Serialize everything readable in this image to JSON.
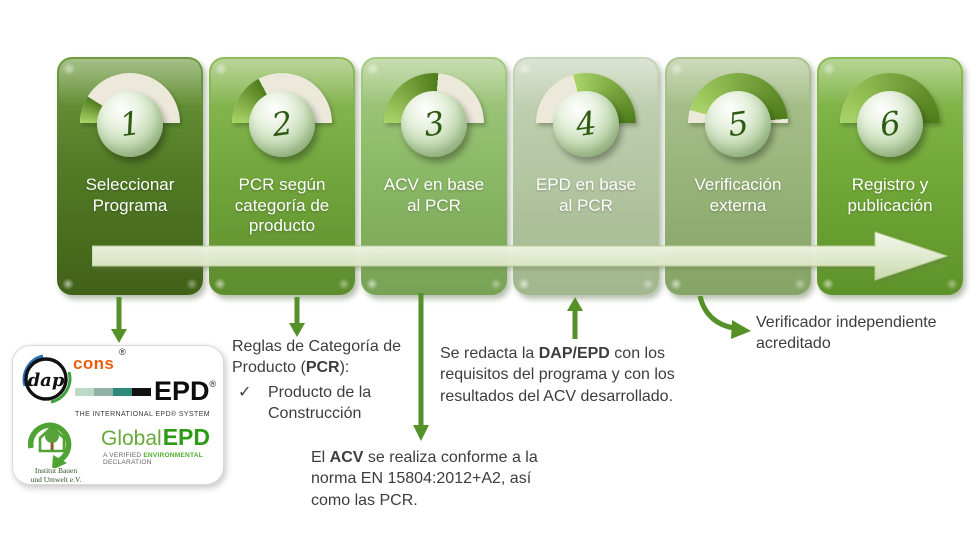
{
  "colors": {
    "step1": "#527c26",
    "step2": "#74a83e",
    "step3": "#8cba68",
    "step4": "#b5c7a4",
    "step5": "#9ab67c",
    "step6": "#74aa3a",
    "gauge_face": "#ece8da",
    "leaf_light": "#a9d468",
    "leaf_dark": "#4e7c1a",
    "number_ink": "#2e5a12",
    "flow_arrow_fill": "#e9f0da",
    "annotation_arrow": "#569128",
    "body_text": "#3d3d3d",
    "dap_cons_orange": "#e8600f",
    "intl_epd_teal": "#2d8a7b",
    "global_epd_green": "#2d9b15",
    "ibu_green": "#4fa332"
  },
  "steps": [
    {
      "number": "1",
      "label": "Seleccionar Programa"
    },
    {
      "number": "2",
      "label": "PCR según categoría de producto"
    },
    {
      "number": "3",
      "label": "ACV en base al PCR"
    },
    {
      "number": "4",
      "label": "EPD en base al PCR"
    },
    {
      "number": "5",
      "label": "Verificación externa"
    },
    {
      "number": "6",
      "label": "Registro y publicación"
    }
  ],
  "annotations": {
    "pcr_rules": {
      "pre": "Reglas de Categoría de Producto (",
      "bold": "PCR",
      "post": "):",
      "check": "✓",
      "item": "Producto de la Construcción"
    },
    "epd_note": {
      "pre": "Se redacta la ",
      "bold": "DAP/EPD",
      "post": " con los requisitos del programa y con los resultados del ACV desarrollado."
    },
    "acv_note": {
      "pre": "El ",
      "bold": "ACV",
      "post": " se realiza conforme a la norma EN 15804:2012+A2, así como las PCR."
    },
    "verifier_note": {
      "text": "Verificador independiente acreditado"
    }
  },
  "logo_card": {
    "dapcons": {
      "dap": "dap",
      "cons": "cons",
      "reg": "®"
    },
    "international_epd": {
      "name": "EPD",
      "reg": "®",
      "tagline": "THE INTERNATIONAL EPD® SYSTEM"
    },
    "global_epd": {
      "global": "Global",
      "epd": "EPD",
      "tagline_a": "A VERIFIED ",
      "tagline_b": "ENVIRONMENTAL",
      "tagline_c": " DECLARATION"
    },
    "ibu": {
      "line1": "Institut Bauen",
      "line2": "und Umwelt e.V."
    }
  }
}
